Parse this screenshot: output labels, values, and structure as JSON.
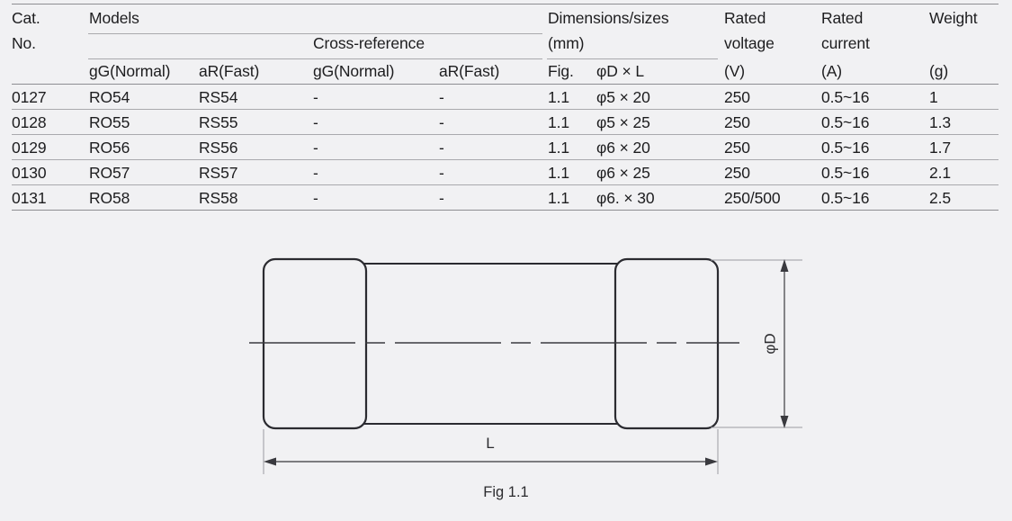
{
  "table": {
    "headers": {
      "cat_no_line1": "Cat.",
      "cat_no_line2": "No.",
      "models": "Models",
      "cross_reference": "Cross-reference",
      "models_gg": "gG(Normal)",
      "models_ar": "aR(Fast)",
      "xref_gg": "gG(Normal)",
      "xref_ar": "aR(Fast)",
      "dimensions_line1": "Dimensions/sizes",
      "dimensions_line2": "(mm)",
      "fig": "Fig.",
      "dia_x_l": "φD × L",
      "rated_voltage_line1": "Rated",
      "rated_voltage_line2": "voltage",
      "rated_voltage_unit": "(V)",
      "rated_current_line1": "Rated",
      "rated_current_line2": "current",
      "rated_current_unit": "(A)",
      "weight": "Weight",
      "weight_unit": "(g)"
    },
    "rows": [
      {
        "cat_no": "0127",
        "models_gg": "RO54",
        "models_ar": "RS54",
        "xref_gg": "-",
        "xref_ar": "-",
        "fig": "1.1",
        "size": "φ5 × 20",
        "voltage": "250",
        "current": "0.5~16",
        "weight": "1"
      },
      {
        "cat_no": "0128",
        "models_gg": "RO55",
        "models_ar": "RS55",
        "xref_gg": "-",
        "xref_ar": "-",
        "fig": "1.1",
        "size": "φ5 × 25",
        "voltage": "250",
        "current": "0.5~16",
        "weight": "1.3"
      },
      {
        "cat_no": "0129",
        "models_gg": "RO56",
        "models_ar": "RS56",
        "xref_gg": "-",
        "xref_ar": "-",
        "fig": "1.1",
        "size": "φ6 × 20",
        "voltage": "250",
        "current": "0.5~16",
        "weight": "1.7"
      },
      {
        "cat_no": "0130",
        "models_gg": "RO57",
        "models_ar": "RS57",
        "xref_gg": "-",
        "xref_ar": "-",
        "fig": "1.1",
        "size": "φ6 × 25",
        "voltage": "250",
        "current": "0.5~16",
        "weight": "2.1"
      },
      {
        "cat_no": "0131",
        "models_gg": "RO58",
        "models_ar": "RS58",
        "xref_gg": "-",
        "xref_ar": "-",
        "fig": "1.1",
        "size": "φ6. × 30",
        "voltage": "250/500",
        "current": "0.5~16",
        "weight": "2.5"
      }
    ]
  },
  "drawing": {
    "caption": "Fig 1.1",
    "length_label": "L",
    "diameter_label": "φD"
  },
  "colors": {
    "background": "#f1f1f3",
    "text": "#1d1d1f",
    "rule": "#8e8e92",
    "rule_light": "#a9a9ad",
    "outline": "#2b2b30",
    "dimension_line": "#555559"
  }
}
